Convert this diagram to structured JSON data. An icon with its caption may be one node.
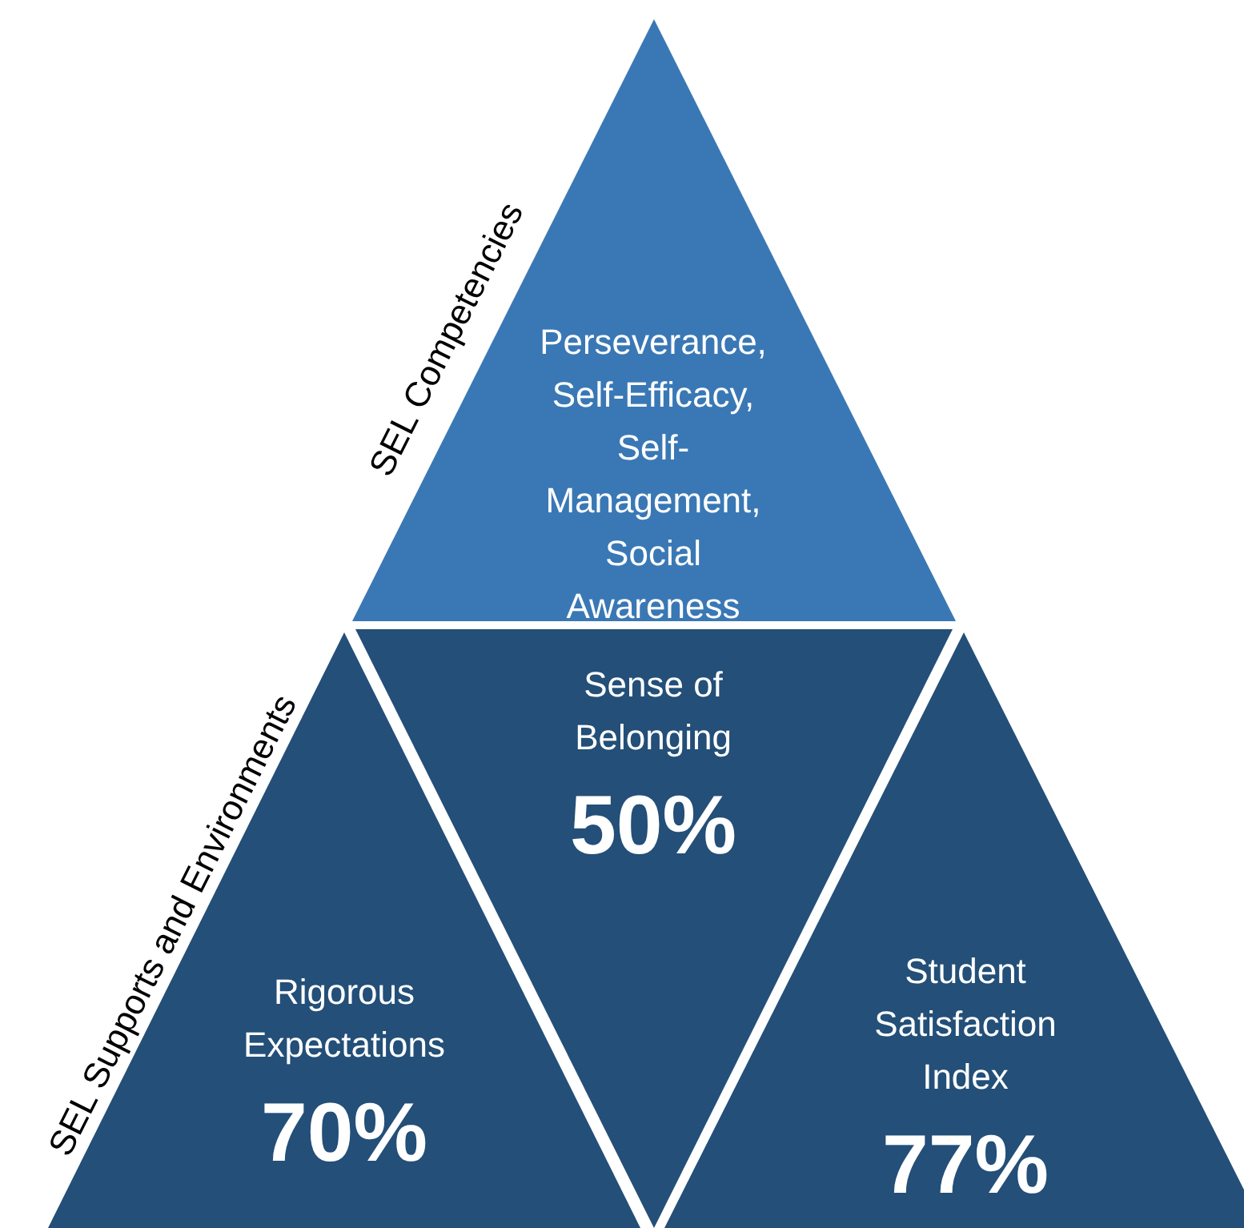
{
  "diagram": {
    "nodes": [
      {
        "text": [
          "Perseverance, Self-Efficacy, Self-Management, Social Awareness"
        ]
      },
      {
        "text": [
          "Rigorous Expectations",
          "70%"
        ]
      },
      {
        "text": [
          "Sense of Belonging",
          "50%"
        ]
      },
      {
        "text": [
          "Student Satisfaction Index",
          "77%"
        ]
      }
    ],
    "labels": [
      "SEL Competencies",
      "SEL Supports and Environments"
    ]
  }
}
